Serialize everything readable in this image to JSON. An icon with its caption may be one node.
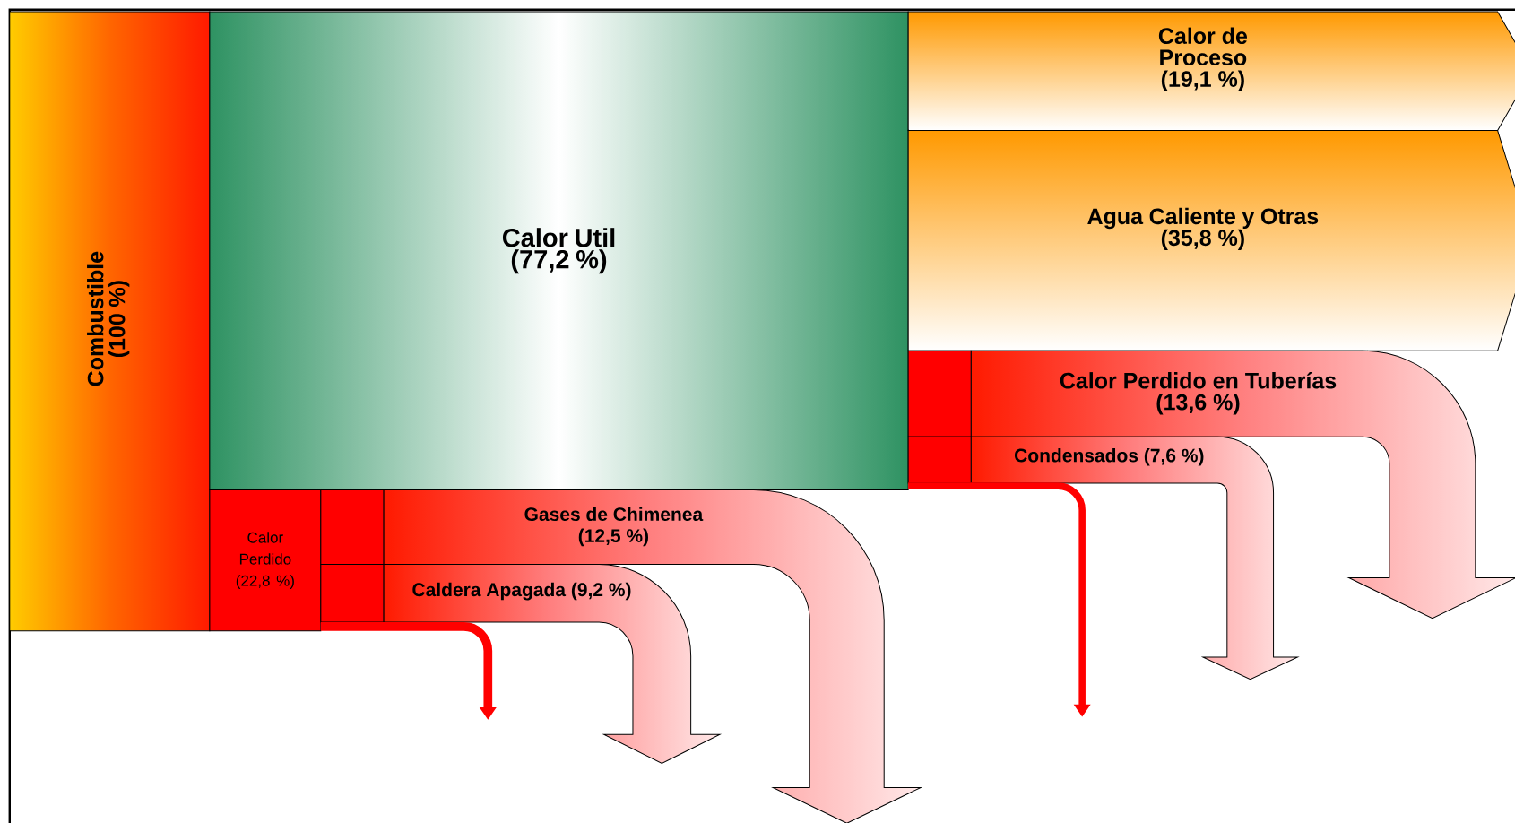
{
  "diagram": {
    "nodes": [
      {
        "text": [
          "Combustible (100 %)"
        ]
      },
      {
        "text": [
          "Calor Util (77,2 %)"
        ]
      },
      {
        "text": [
          "Calor de Proceso (19,1 %)"
        ]
      },
      {
        "text": [
          "Agua Caliente y Otras (35,8 %)"
        ]
      },
      {
        "text": [
          "Calor Perdido (22,8 %)"
        ]
      },
      {
        "text": [
          "Gases de Chimenea (12,5 %)"
        ]
      },
      {
        "text": [
          "Caldera Apagada (9,2 %)"
        ]
      },
      {
        "text": [
          "Calor Perdido en Tuberías (13,6 %)"
        ]
      },
      {
        "text": [
          "Condensados (7,6 %)"
        ]
      },
      {
        "text": [],
        "shape": "arrow"
      },
      {
        "text": [],
        "shape": "arrow"
      }
    ]
  }
}
